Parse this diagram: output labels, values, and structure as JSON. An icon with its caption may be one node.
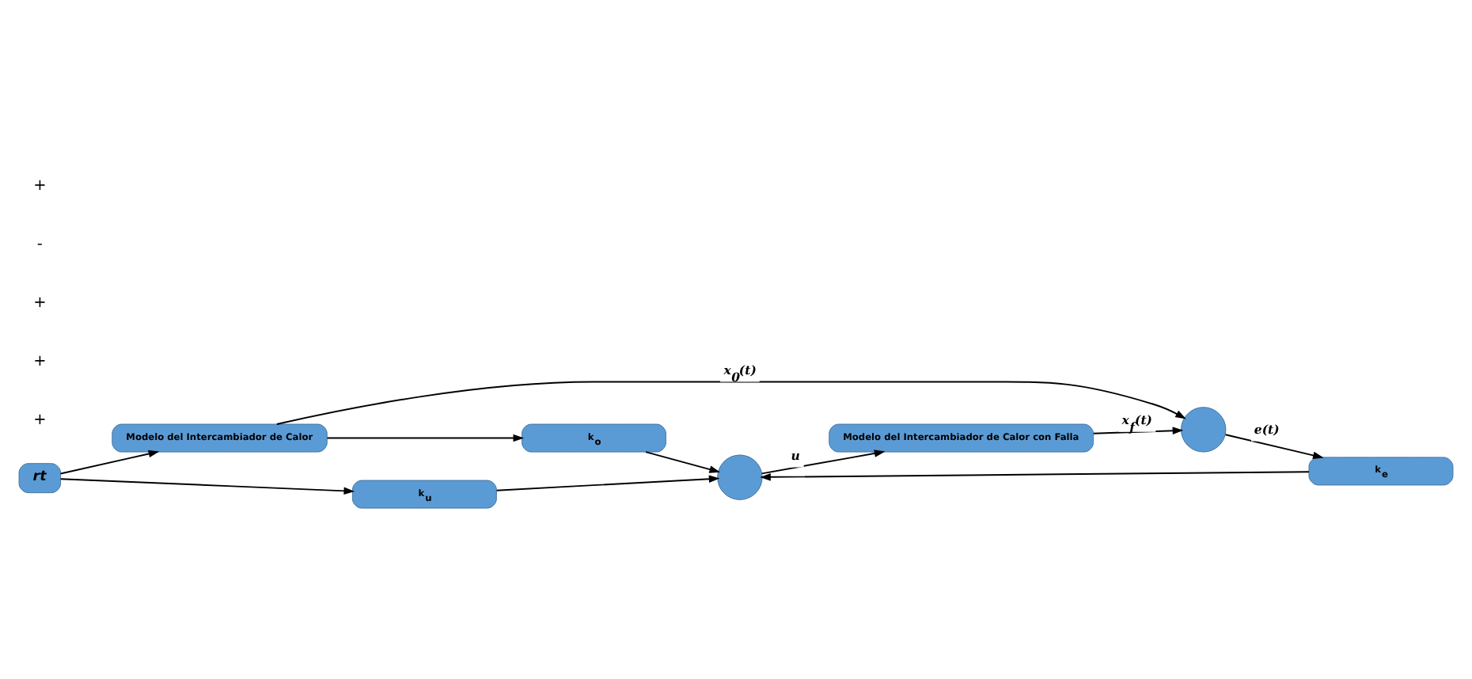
{
  "diagram": {
    "nodes": [
      {
        "text": [
          "rt"
        ]
      },
      {
        "text": [
          "Modelo del Intercambiador de Calor"
        ]
      },
      {
        "text": [
          "k$_{u}$"
        ]
      },
      {
        "text": [
          "k$_{o}$"
        ]
      },
      {
        "text": [],
        "shape": "circle"
      },
      {
        "text": [],
        "shape": "circle"
      },
      {
        "text": [
          "Modelo del Intercambiador de Calor con Falla"
        ]
      },
      {
        "text": [
          "k$_{e}$"
        ]
      }
    ],
    "edges": [
      {
        "from": 0,
        "to": 1,
        "arrow": "to"
      },
      {
        "from": 0,
        "to": 2,
        "arrow": "to"
      },
      {
        "from": 1,
        "to": 4,
        "arrow": "to",
        "label": "x$_{0}$(t)"
      },
      {
        "from": 1,
        "to": 3,
        "arrow": "to"
      },
      {
        "from": 2,
        "to": 5,
        "arrow": "to"
      },
      {
        "from": 3,
        "to": 5,
        "arrow": "to"
      },
      {
        "from": 5,
        "to": 6,
        "arrow": "to",
        "label": "u"
      },
      {
        "from": 6,
        "to": 4,
        "arrow": "to",
        "label": "x$_{f}$(t)"
      },
      {
        "from": 4,
        "to": 7,
        "arrow": "to",
        "label": "e(t)"
      },
      {
        "from": 7,
        "to": 5,
        "arrow": "to"
      }
    ],
    "labels": [
      "+",
      "+",
      "+",
      "-",
      "+"
    ]
  }
}
